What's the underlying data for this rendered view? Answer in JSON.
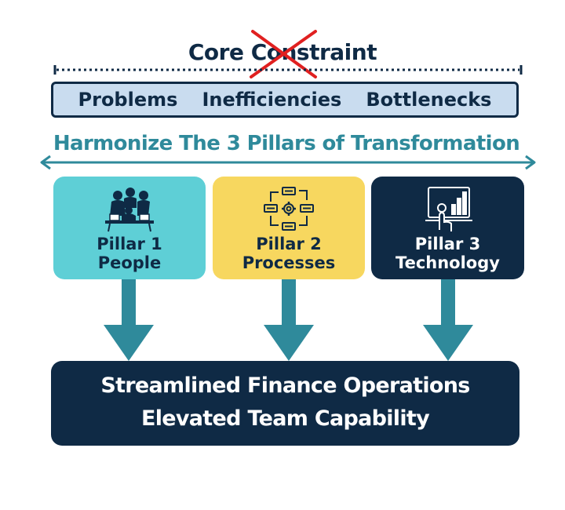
{
  "core": {
    "title": "Core Constraint"
  },
  "constraints": {
    "items": [
      "Problems",
      "Inefficiencies",
      "Bottlenecks"
    ]
  },
  "harmonize": {
    "title": "Harmonize The 3 Pillars of Transformation"
  },
  "pillars": [
    {
      "title": "Pillar 1",
      "subtitle": "People",
      "icon": "team-meeting-icon",
      "color": "#5ecfd6"
    },
    {
      "title": "Pillar 2",
      "subtitle": "Processes",
      "icon": "process-gear-icon",
      "color": "#f7d75f"
    },
    {
      "title": "Pillar 3",
      "subtitle": "Technology",
      "icon": "touch-screen-chart-icon",
      "color": "#0f2a45"
    }
  ],
  "outcome": {
    "line1": "Streamlined Finance Operations",
    "line2": "Elevated Team Capability"
  },
  "colors": {
    "navy": "#0f2a45",
    "teal": "#2f8a9b",
    "light_blue": "#c9dcef",
    "cross_red": "#e02020"
  }
}
